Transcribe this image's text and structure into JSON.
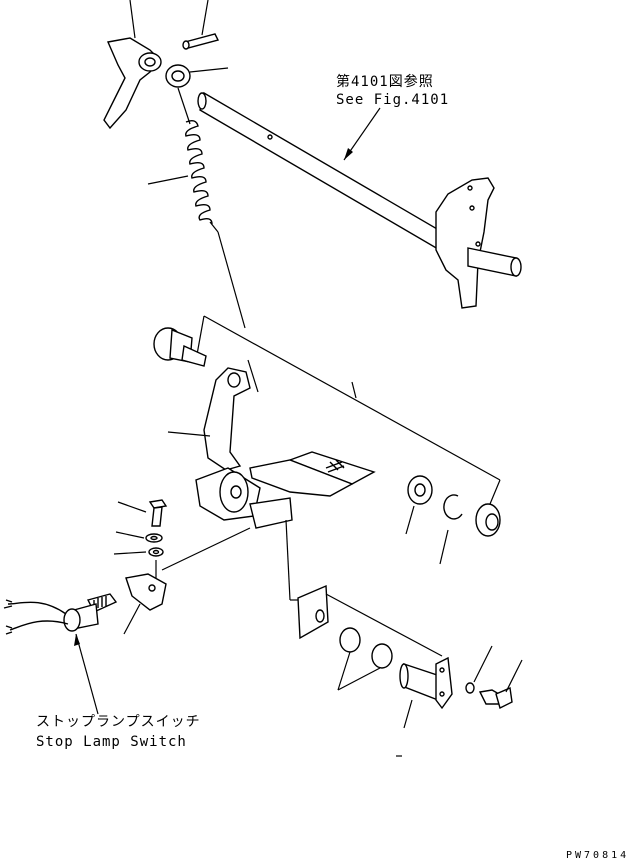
{
  "labels": {
    "ref_jp": "第4101図参照",
    "ref_en": "See Fig.4101",
    "switch_jp": "ストップランプスイッチ",
    "switch_en": "Stop Lamp Switch",
    "drawing_code": "PW70814"
  }
}
